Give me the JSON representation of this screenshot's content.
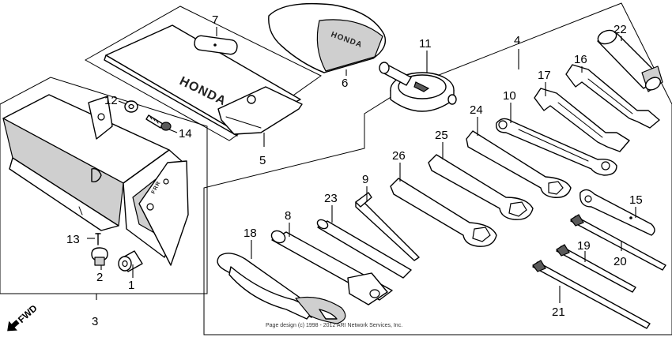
{
  "diagram": {
    "callouts": [
      "1",
      "2",
      "3",
      "4",
      "5",
      "6",
      "7",
      "8",
      "9",
      "10",
      "11",
      "12",
      "13",
      "14",
      "15",
      "16",
      "17",
      "18",
      "19",
      "20",
      "21",
      "22",
      "23",
      "24",
      "25",
      "26"
    ],
    "brand_marks": {
      "tool_bag": "HONDA",
      "pouch": "HONDA",
      "case_end": "FRR"
    },
    "fwd_label": "FWD",
    "copyright": "Page design (c) 1998 - 2012 ARI Network Services, Inc."
  }
}
